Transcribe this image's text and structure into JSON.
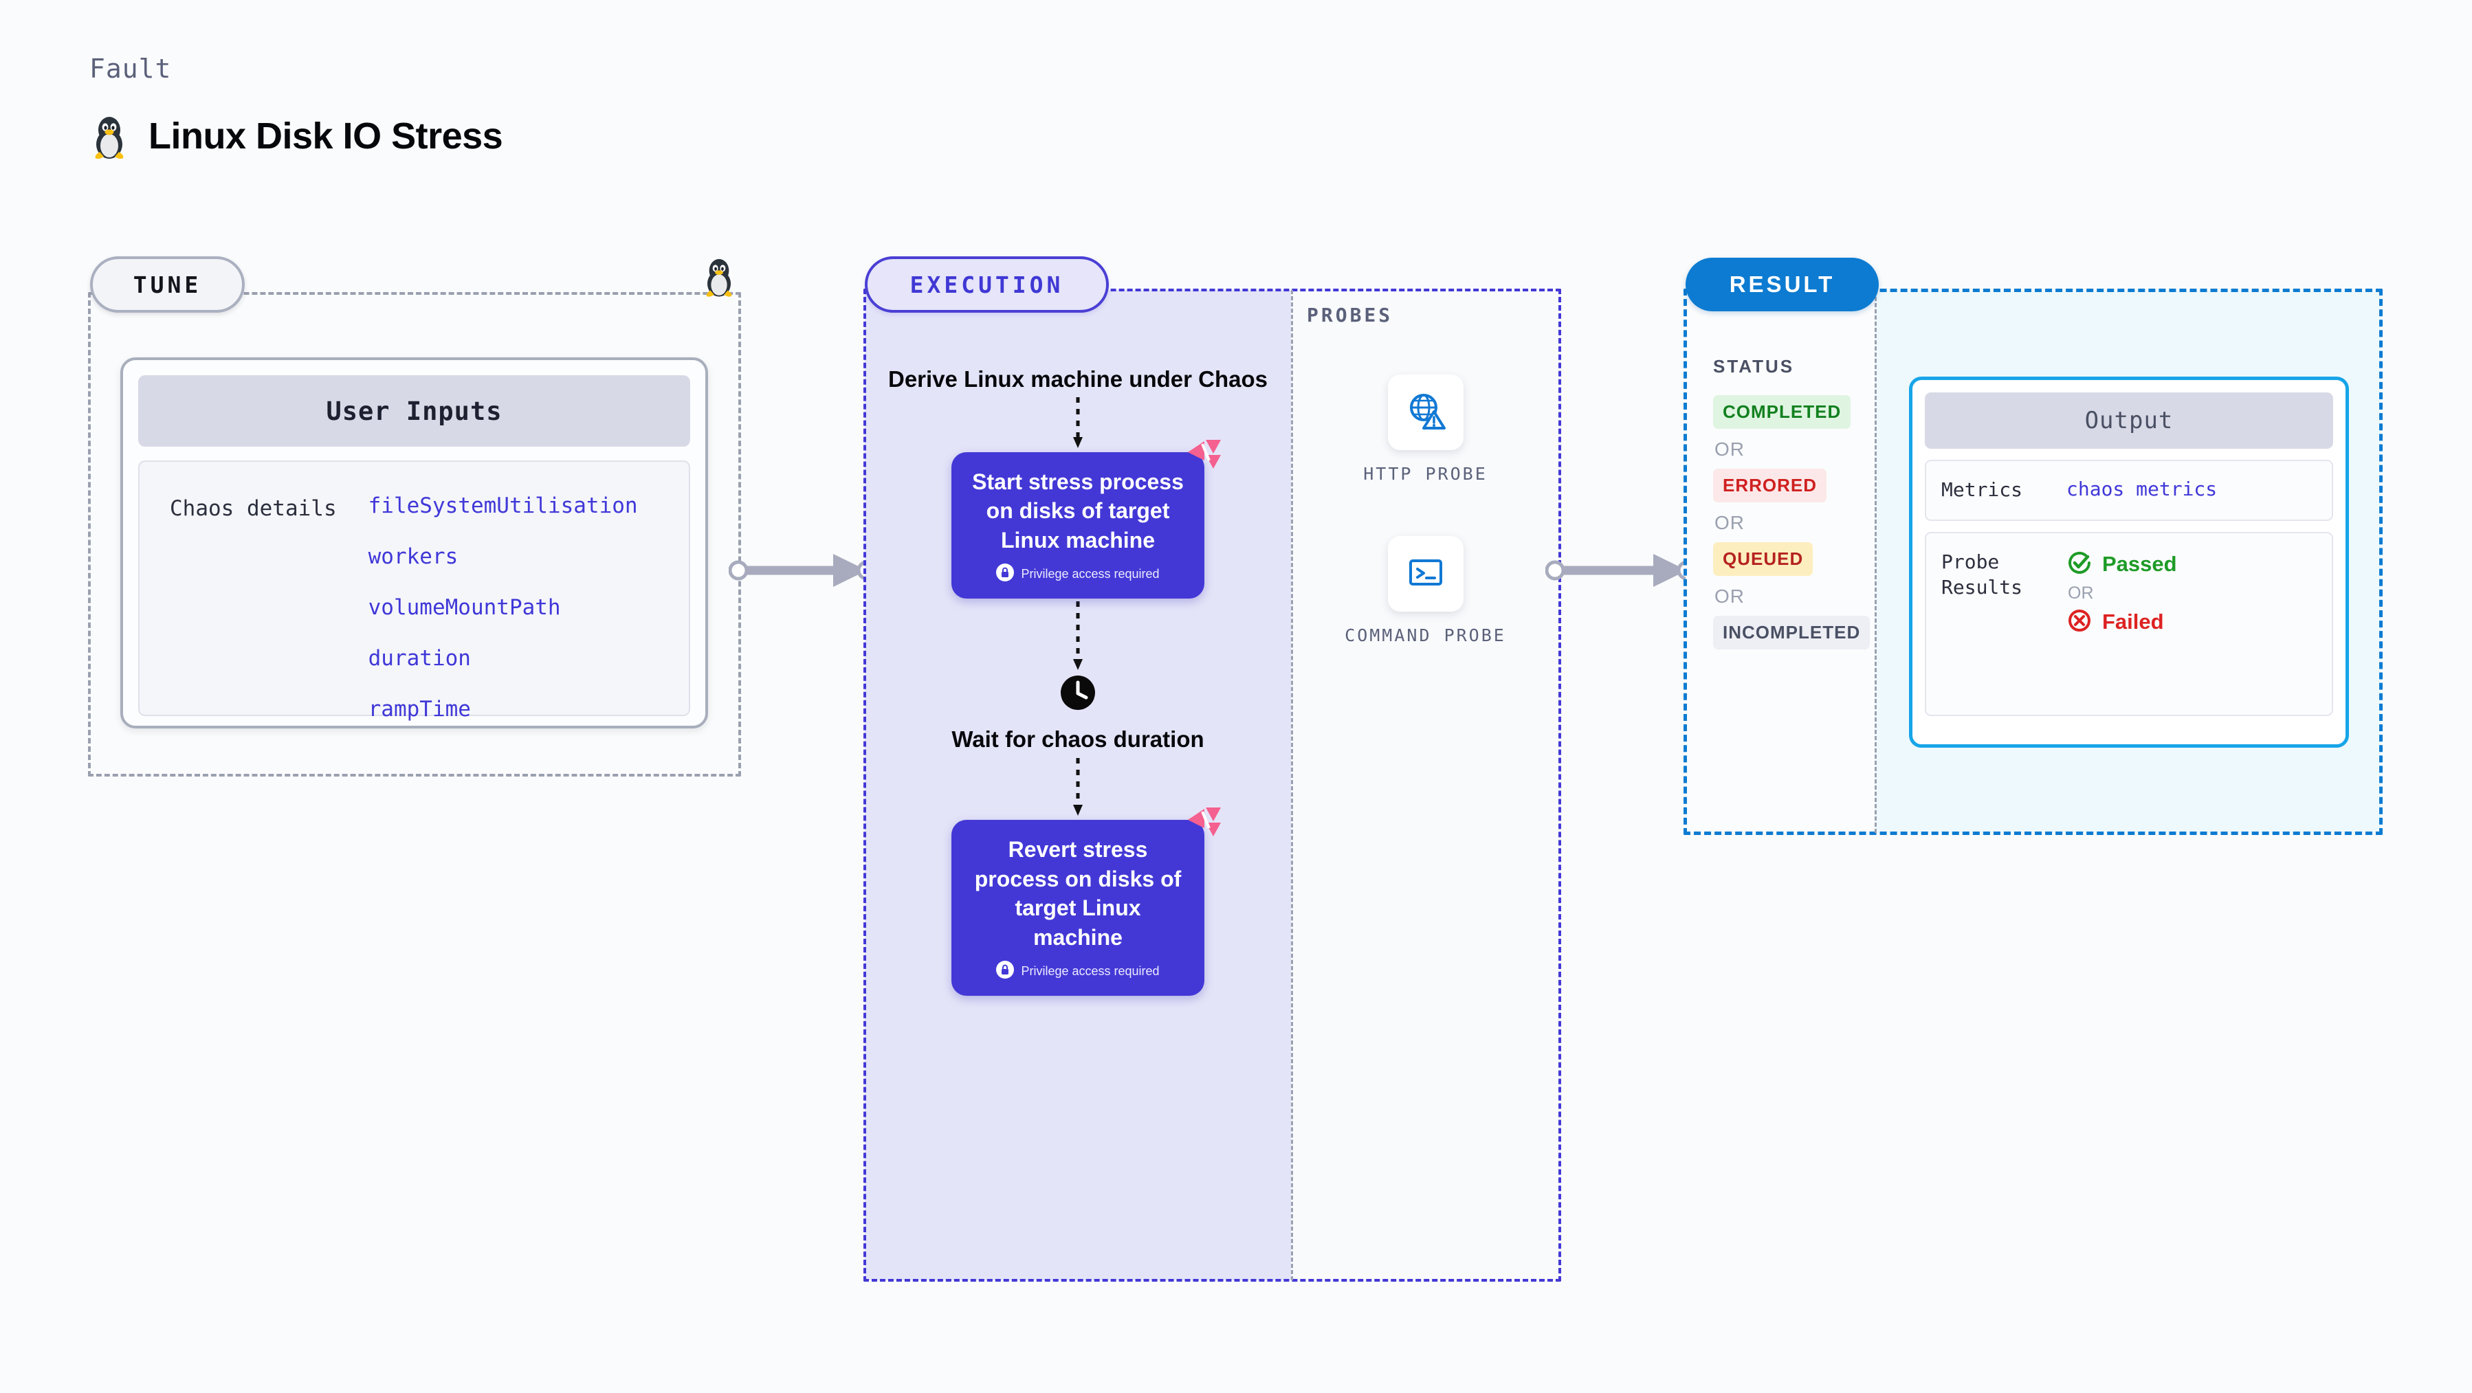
{
  "header": {
    "kicker": "Fault",
    "title": "Linux Disk IO Stress",
    "icon": "tux-penguin-icon"
  },
  "tune": {
    "pill_label": "TUNE",
    "marker_icon": "tux-penguin-icon",
    "card_title": "User Inputs",
    "row_label": "Chaos details",
    "params": [
      "fileSystemUtilisation",
      "workers",
      "volumeMountPath",
      "duration",
      "rampTime"
    ]
  },
  "execution": {
    "pill_label": "EXECUTION",
    "steps": [
      {
        "type": "text",
        "label": "Derive Linux machine under Chaos"
      },
      {
        "type": "node",
        "label": "Start stress process on disks of target Linux machine",
        "note": "Privilege access required",
        "badge": "chaos-flag-badge",
        "lock_icon": "lock-icon"
      },
      {
        "type": "wait",
        "label": "Wait for chaos duration",
        "icon": "clock-icon"
      },
      {
        "type": "node",
        "label": "Revert stress process on disks of target Linux machine",
        "note": "Privilege access required",
        "badge": "chaos-flag-badge",
        "lock_icon": "lock-icon"
      }
    ]
  },
  "probes": {
    "section_label": "PROBES",
    "items": [
      {
        "label": "HTTP PROBE",
        "icon": "globe-warning-icon"
      },
      {
        "label": "COMMAND PROBE",
        "icon": "terminal-icon"
      }
    ]
  },
  "result": {
    "pill_label": "RESULT",
    "status_label": "STATUS",
    "or_label": "OR",
    "statuses": [
      {
        "label": "COMPLETED",
        "bg": "#dff5e1",
        "fg": "#12801f"
      },
      {
        "label": "ERRORED",
        "bg": "#fce8e8",
        "fg": "#cf2020"
      },
      {
        "label": "QUEUED",
        "bg": "#fdeebf",
        "fg": "#b52222"
      },
      {
        "label": "INCOMPLETED",
        "bg": "#eeeff5",
        "fg": "#4a5064"
      }
    ],
    "output": {
      "title": "Output",
      "metrics_key": "Metrics",
      "metrics_value": "chaos metrics",
      "probe_key": "Probe Results",
      "passed_label": "Passed",
      "failed_label": "Failed",
      "or_label": "OR",
      "pass_icon": "check-circle-icon",
      "fail_icon": "x-circle-icon"
    }
  },
  "connectors": {
    "arrow_icon": "right-arrow-connector",
    "color": "#a7abbd"
  },
  "colors": {
    "execution_accent": "#4338d6",
    "result_accent": "#0c7bd1",
    "output_border": "#17a5e8",
    "param_text": "#4038d8"
  }
}
